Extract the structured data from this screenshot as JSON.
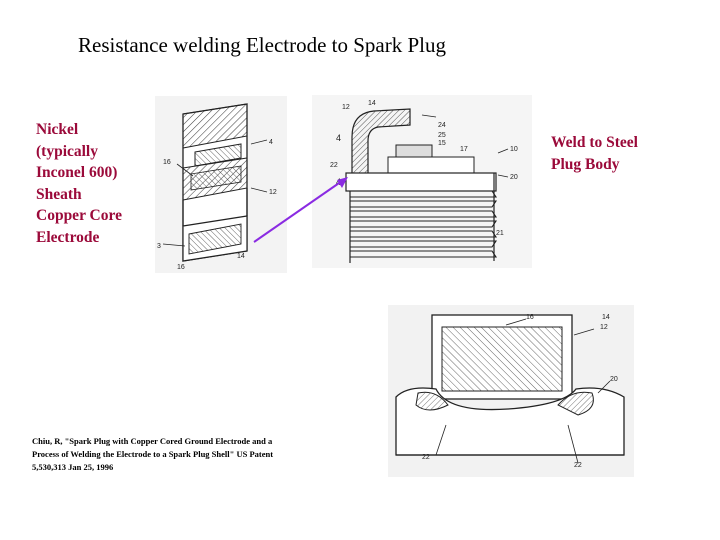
{
  "title": "Resistance welding Electrode to Spark Plug",
  "left_label_lines": [
    "Nickel",
    "(typically",
    "Inconel 600)",
    "Sheath",
    "Copper Core",
    "Electrode"
  ],
  "right_label_lines": [
    "Weld to Steel",
    "Plug Body"
  ],
  "citation_lines": [
    "Chiu, R, \"Spark Plug with Copper Cored Ground Electrode and a",
    "Process of Welding the Electrode to a Spark Plug Shell\"  US Patent",
    "5,530,313  Jan 25, 1996"
  ],
  "figure1_refs": [
    "4",
    "16",
    "12",
    "3",
    "16",
    "14"
  ],
  "figure2_refs": [
    "12",
    "14",
    "24",
    "25",
    "15",
    "17",
    "10",
    "4",
    "22",
    "4",
    "20",
    "21"
  ],
  "figure3_refs": [
    "16",
    "12",
    "14",
    "20",
    "22",
    "22"
  ],
  "colors": {
    "label_text": "#9b0a3a",
    "arrow": "#8a2be2"
  }
}
